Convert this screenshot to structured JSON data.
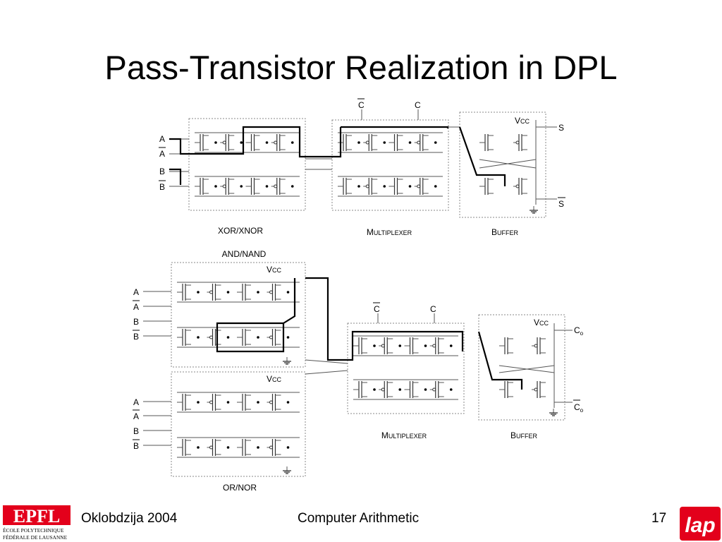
{
  "slide": {
    "title": "Pass-Transistor Realization in DPL",
    "footer_author": "Oklobdzija 2004",
    "footer_course": "Computer Arithmetic",
    "page_number": "17"
  },
  "diagram": {
    "top": {
      "label_xor": "XOR/XNOR",
      "label_mux_big": "M",
      "label_mux_small": "ULTIPLEXER",
      "label_buf_big": "B",
      "label_buf_small": "UFFER",
      "input_a": "A",
      "input_a_bar": "A",
      "input_b": "B",
      "input_b_bar": "B",
      "sel_c_bar": "C",
      "sel_c": "C",
      "vcc_big": "V",
      "vcc_small": "CC",
      "out_s": "S",
      "out_s_bar": "S"
    },
    "bottom": {
      "label_and": "AND/NAND",
      "label_or": "OR/NOR",
      "label_mux_big": "M",
      "label_mux_small": "ULTIPLEXER",
      "label_buf_big": "B",
      "label_buf_small": "UFFER",
      "and_a": "A",
      "and_a_bar": "A",
      "and_b": "B",
      "and_b_bar": "B",
      "or_a": "A",
      "or_a_bar": "A",
      "or_b": "B",
      "or_b_bar": "B",
      "sel_c_bar": "C",
      "sel_c": "C",
      "vcc_big": "V",
      "vcc_small": "CC",
      "out_co": "C",
      "out_co_sub": "o",
      "out_co_bar": "C",
      "out_co_bar_sub": "o"
    }
  },
  "logos": {
    "epfl_mark": "EPFL",
    "epfl_line1": "ÉCOLE POLYTECHNIQUE",
    "epfl_line2": "FÉDÉRALE DE LAUSANNE",
    "lap_mark": "lap"
  },
  "colors": {
    "logo_red": "#e3001b",
    "wire": "#555555",
    "bold_path": "#000000",
    "box": "#888888"
  }
}
